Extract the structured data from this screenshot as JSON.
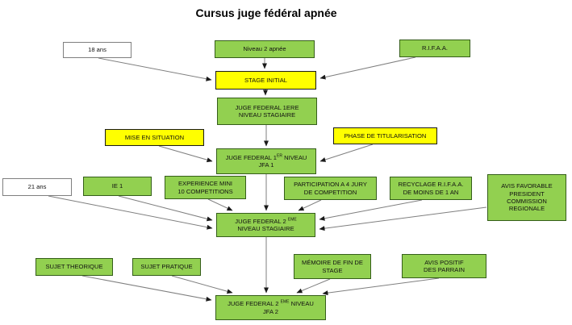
{
  "title": "Cursus juge fédéral apnée",
  "colors": {
    "node_green": "#92D050",
    "node_green_border": "#355e1a",
    "node_yellow": "#FFFF00",
    "node_white": "#FFFFFF",
    "arrow_line": "#7f7f7f",
    "arrow_head": "#1a1a1a"
  },
  "nodes": {
    "age18": {
      "label": "18 ans"
    },
    "niveau2": {
      "label": "Niveau 2 apnée"
    },
    "rifaa": {
      "label": "R.I.F.A.A."
    },
    "stage_initial": {
      "label": "STAGE INITIAL"
    },
    "jf1_stagiaire": {
      "line1": "JUGE FEDERAL 1ERE",
      "line2": "NIVEAU STAGIAIRE"
    },
    "mise": {
      "label": "MISE EN SITUATION"
    },
    "phase": {
      "label": "PHASE DE TITULARISATION"
    },
    "jfa1": {
      "line1_a": "JUGE FEDERAL 1",
      "line1_sup": "ER",
      "line1_b": " NIVEAU",
      "line2": "JFA 1"
    },
    "age21": {
      "label": "21 ans"
    },
    "ie1": {
      "label": "IE 1"
    },
    "experience": {
      "line1": "EXPERIENCE MINI",
      "line2": "10 COMPETITIONS"
    },
    "participation": {
      "line1": "PARTICIPATION A 4 JURY",
      "line2": "DE COMPETITION"
    },
    "recyclage": {
      "line1": "RECYCLAGE R.I.F.A.A.",
      "line2": "DE MOINS DE 1 AN"
    },
    "avis_favorable": {
      "line1": "AVIS FAVORABLE",
      "line2": "PRESIDENT",
      "line3": "COMMISSION",
      "line4": "REGIONALE"
    },
    "jf2_stagiaire": {
      "line1_a": "JUGE FEDERAL 2 ",
      "line1_sup": "EME",
      "line2": "NIVEAU STAGIAIRE"
    },
    "sujet_theorique": {
      "label": "SUJET THEORIQUE"
    },
    "sujet_pratique": {
      "label": "SUJET PRATIQUE"
    },
    "memoire": {
      "line1": "MÉMOIRE DE FIN DE",
      "line2": "STAGE"
    },
    "avis_positif": {
      "line1": "AVIS POSITIF",
      "line2": "DES PARRAIN"
    },
    "jfa2": {
      "line1_a": "JUGE FEDERAL 2 ",
      "line1_sup": "EME",
      "line1_b": " NIVEAU",
      "line2": "JFA 2"
    }
  },
  "edges": [
    {
      "from": "age18",
      "to": "stage_initial"
    },
    {
      "from": "niveau2",
      "to": "stage_initial"
    },
    {
      "from": "rifaa",
      "to": "stage_initial"
    },
    {
      "from": "stage_initial",
      "to": "jf1_stagiaire"
    },
    {
      "from": "jf1_stagiaire",
      "to": "jfa1"
    },
    {
      "from": "mise",
      "to": "jfa1"
    },
    {
      "from": "phase",
      "to": "jfa1"
    },
    {
      "from": "jfa1",
      "to": "jf2_stagiaire"
    },
    {
      "from": "age21",
      "to": "jf2_stagiaire"
    },
    {
      "from": "ie1",
      "to": "jf2_stagiaire"
    },
    {
      "from": "experience",
      "to": "jf2_stagiaire"
    },
    {
      "from": "participation",
      "to": "jf2_stagiaire"
    },
    {
      "from": "recyclage",
      "to": "jf2_stagiaire"
    },
    {
      "from": "avis_favorable",
      "to": "jf2_stagiaire"
    },
    {
      "from": "jf2_stagiaire",
      "to": "jfa2"
    },
    {
      "from": "sujet_theorique",
      "to": "jfa2"
    },
    {
      "from": "sujet_pratique",
      "to": "jfa2"
    },
    {
      "from": "memoire",
      "to": "jfa2"
    },
    {
      "from": "avis_positif",
      "to": "jfa2"
    }
  ]
}
